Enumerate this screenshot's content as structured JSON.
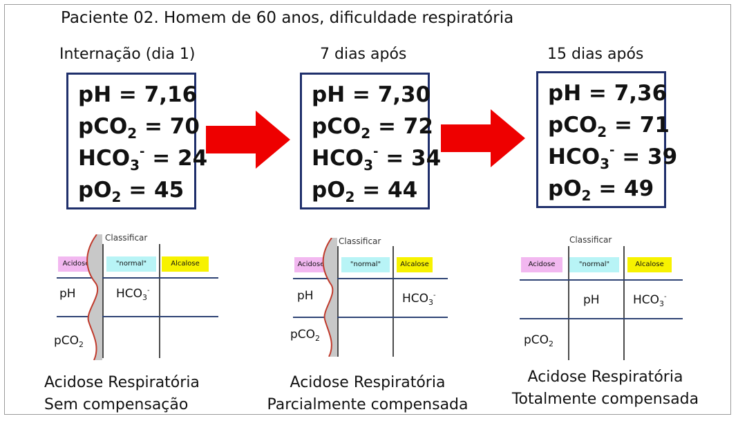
{
  "title": "Paciente 02. Homem de 60 anos, dificuldade respiratória",
  "columns": [
    {
      "heading": "Internação (dia 1)",
      "ph_label": "pH = ",
      "ph_value": "7,16",
      "pco2_value": "70",
      "hco3_value": "24",
      "po2_value": "45",
      "classify": "Classificar",
      "tag_acidose": "Acidose",
      "tag_normal": "\"normal\"",
      "tag_alcalose": "Alcalose",
      "row_ph": "pH",
      "row_pco2": "pCO",
      "row_pco2_sub": "2",
      "hco3_cell": "HCO",
      "hco3_sub": "3",
      "hco3_sup": "-",
      "caption_line1": "Acidose Respiratória",
      "caption_line2": "Sem compensação"
    },
    {
      "heading": "7 dias após",
      "ph_label": "pH = ",
      "ph_value": "7,30",
      "pco2_value": "72",
      "hco3_value": "34",
      "po2_value": "44",
      "classify": "Classificar",
      "tag_acidose": "Acidose",
      "tag_normal": "\"normal\"",
      "tag_alcalose": "Alcalose",
      "row_ph": "pH",
      "row_pco2": "pCO",
      "row_pco2_sub": "2",
      "hco3_cell": "HCO",
      "hco3_sub": "3",
      "hco3_sup": "-",
      "caption_line1": "Acidose Respiratória",
      "caption_line2": "Parcialmente compensada"
    },
    {
      "heading": "15 dias após",
      "ph_label": "pH = ",
      "ph_value": "7,36",
      "pco2_value": "71",
      "hco3_value": "39",
      "po2_value": "49",
      "classify": "Classificar",
      "tag_acidose": "Acidose",
      "tag_normal": "\"normal\"",
      "tag_alcalose": "Alcalose",
      "row_ph": "pH",
      "row_pco2": "pCO",
      "row_pco2_sub": "2",
      "hco3_cell": "HCO",
      "hco3_sub": "3",
      "hco3_sup": "-",
      "caption_line1": "Acidose Respiratória",
      "caption_line2": "Totalmente compensada"
    }
  ],
  "colors": {
    "box_border": "#1f2f6b",
    "arrow": "#ee0000",
    "acidose_tag": "#f2b8f0",
    "normal_tag": "#b8f4f6",
    "alcalose_tag": "#f7f200",
    "wave": "#c0392b"
  }
}
